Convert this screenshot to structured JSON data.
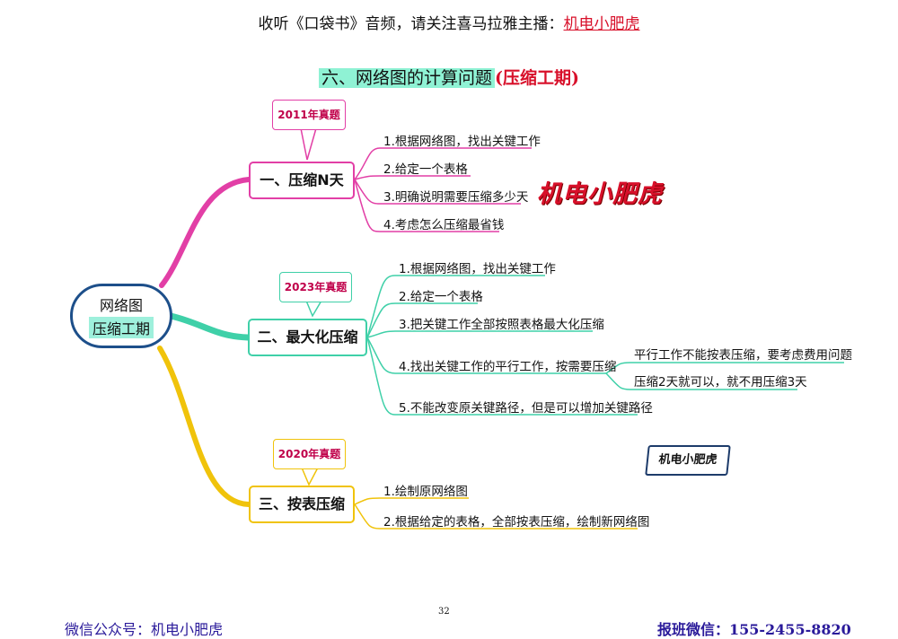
{
  "header": {
    "prefix": "收听《口袋书》音频，请关注喜马拉雅主播：",
    "anchor": "机电小肥虎"
  },
  "title": {
    "main": "六、网络图的计算问题",
    "suffix": "(压缩工期)"
  },
  "root": {
    "line1": "网络图",
    "line2": "压缩工期"
  },
  "branches": [
    {
      "label": "一、压缩N天",
      "tag": "2011年真题",
      "items": [
        "1.根据网络图，找出关键工作",
        "2.给定一个表格",
        "3.明确说明需要压缩多少天",
        "4.考虑怎么压缩最省钱"
      ]
    },
    {
      "label": "二、最大化压缩",
      "tag": "2023年真题",
      "items": [
        "1.根据网络图，找出关键工作",
        "2.给定一个表格",
        "3.把关键工作全部按照表格最大化压缩",
        "4.找出关键工作的平行工作，按需要压缩",
        "5.不能改变原关键路径，但是可以增加关键路径"
      ],
      "subitems": [
        "平行工作不能按表压缩，要考虑费用问题",
        "压缩2天就可以，就不用压缩3天"
      ]
    },
    {
      "label": "三、按表压缩",
      "tag": "2020年真题",
      "items": [
        "1.绘制原网络图",
        "2.根据给定的表格，全部按表压缩，绘制新网络图"
      ]
    }
  ],
  "watermark": {
    "big": "机电小肥虎",
    "box": "机电小肥虎"
  },
  "page_number": "32",
  "footer": {
    "left": "微信公众号：机电小肥虎",
    "right": "报班微信：155-2455-8820"
  },
  "colors": {
    "branch1": "#e23fa6",
    "branch2": "#3fd0a8",
    "branch3": "#f0c30b",
    "root": "#1d4f8a",
    "accent_red": "#d8102a"
  }
}
